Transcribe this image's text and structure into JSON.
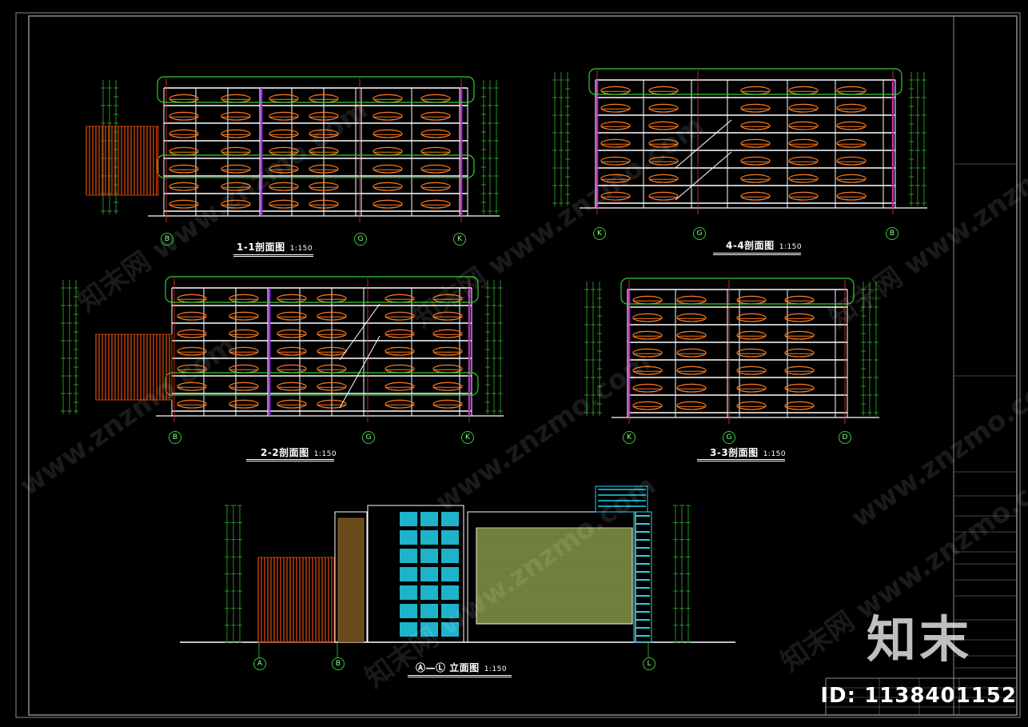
{
  "drawing": {
    "sections": [
      {
        "key": "s11",
        "title": "1-1剖面图",
        "scale": "1:150",
        "axes": [
          "B",
          "G",
          "K"
        ]
      },
      {
        "key": "s44",
        "title": "4-4剖面图",
        "scale": "1:150",
        "axes": [
          "K",
          "G",
          "B"
        ]
      },
      {
        "key": "s22",
        "title": "2-2剖面图",
        "scale": "1:150",
        "axes": [
          "B",
          "G",
          "K"
        ]
      },
      {
        "key": "s33",
        "title": "3-3剖面图",
        "scale": "1:150",
        "axes": [
          "K",
          "G",
          "D"
        ]
      }
    ],
    "elevation": {
      "title": "Ⓐ—Ⓛ 立面图",
      "scale": "1:150",
      "axes": [
        "A",
        "B",
        "L"
      ]
    }
  },
  "watermark": {
    "site": "www.znzmo.com",
    "brand": "知末网",
    "logo": "知末",
    "id": "ID: 1138401152"
  },
  "colors": {
    "background": "#000000",
    "line_green": "#33cc33",
    "line_white": "#ffffff",
    "car_orange": "#ff7a1a",
    "facade_red": "#c2410c",
    "glass_cyan": "#22d3ee",
    "grid_purple": "#b026ff",
    "panel_olive": "#6b7a3a",
    "frame_gray": "#8a8a8a"
  }
}
